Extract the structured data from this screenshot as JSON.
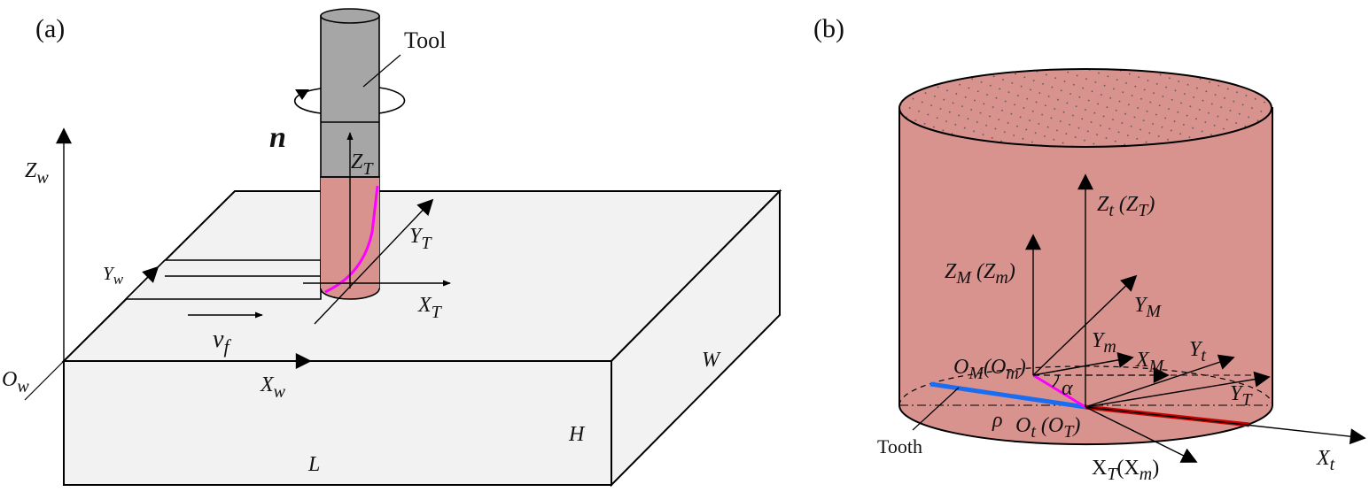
{
  "panel_a": {
    "tag": "(a)",
    "tool_label": "Tool",
    "spindle_speed": "n",
    "workpiece": {
      "length": "L",
      "width": "W",
      "height": "H"
    },
    "feed": {
      "v": "v",
      "sub": "f"
    },
    "workpiece_frame": {
      "origin": {
        "main": "O",
        "sub": "w"
      },
      "x": {
        "main": "X",
        "sub": "w"
      },
      "y": {
        "main": "Y",
        "sub": "w"
      },
      "z": {
        "main": "Z",
        "sub": "w"
      }
    },
    "tool_frame": {
      "x": {
        "main": "X",
        "sub": "T"
      },
      "y": {
        "main": "Y",
        "sub": "T"
      },
      "z": {
        "main": "Z",
        "sub": "T"
      }
    }
  },
  "panel_b": {
    "tag": "(b)",
    "tooth_label": "Tooth",
    "zt": {
      "m1": "Z",
      "s1": "t",
      "m2": " (Z",
      "s2": "T",
      "tail": ")"
    },
    "zm": {
      "m1": "Z",
      "s1": "M",
      "m2": " (Z",
      "s2": "m",
      "tail": ")"
    },
    "ym_big": {
      "main": "Y",
      "sub": "M"
    },
    "ym_small": {
      "main": "Y",
      "sub": "m"
    },
    "xm_big": {
      "main": "X",
      "sub": "M"
    },
    "yt_small": {
      "main": "Y",
      "sub": "t"
    },
    "yt_big": {
      "main": "Y",
      "sub": "T"
    },
    "xt_small": {
      "main": "X",
      "sub": "t"
    },
    "om": {
      "m1": "O",
      "s1": "M",
      "m2": "(O",
      "s2": "m",
      "tail": ")"
    },
    "ot": {
      "m1": "O",
      "s1": "t",
      "m2": " (O",
      "s2": "T",
      "tail": ")"
    },
    "xt_big": {
      "m1": "X",
      "s1": "T",
      "m2": "(X",
      "s2": "m",
      "tail": ")"
    },
    "alpha": "α",
    "rho": "ρ"
  },
  "colors": {
    "tool_gray": "#a6a6a6",
    "cut_pink": "#d9938f",
    "workpiece": "#f2f2f2",
    "edge_magenta": "#ff00ff",
    "tooth_blue": "#1a6cf0",
    "tooth_red": "#cc0000"
  },
  "icons": [
    "rotation-arrow-icon",
    "feed-arrow-icon"
  ]
}
